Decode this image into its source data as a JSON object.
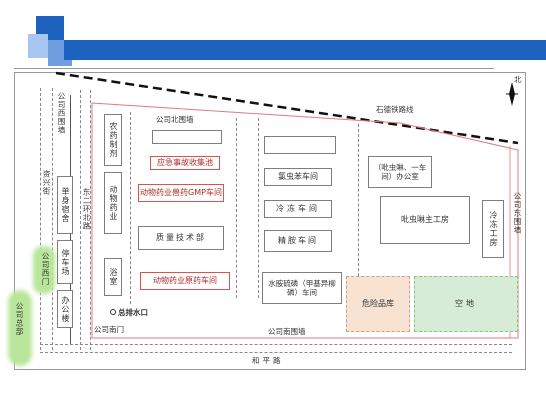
{
  "road": {
    "north_wall": "公司北围墙",
    "railway": "石德铁路线",
    "west_wall": "公司西围墙",
    "east_wall": "公司东围墙",
    "south_wall": "公司南围墙",
    "west_gate": "公司西门",
    "south_gate": "公司南门",
    "hq": "公司总部",
    "street_w": "资兴街",
    "street_e2": "东二环北路",
    "road_s": "和平路",
    "drain": "总排水口",
    "north": "北"
  },
  "buildings": {
    "dorm": "单身宿舍",
    "parking": "停车场",
    "office": "办公楼",
    "pesticide_prep": "农药制剂",
    "animal_drug": "动物药业",
    "bath": "浴室",
    "emergency": "应急事故收集池",
    "gmp": "动物药业兽药GMP车间",
    "quality": "质量技术部",
    "animal_pesticide": "动物药业原药车间",
    "cypermethrin": "氯虫苯车间",
    "office2": "（吡虫啉、一车间）办公室",
    "cold1": "冷冻车间",
    "fine": "精胺车间",
    "thiamine": "水胺硫磷（甲基异柳磷）车间",
    "imidacloprid": "吡虫啉主工房",
    "cold2": "冷冻工房",
    "hazard": "危险品库",
    "vacant": "空地"
  },
  "colors": {
    "banner": "#1e62c0",
    "hazard": "#f8e3d3",
    "vacant": "#d7ecd6",
    "red_line": "#e07b7b",
    "green_glow": "#b9e69a"
  }
}
